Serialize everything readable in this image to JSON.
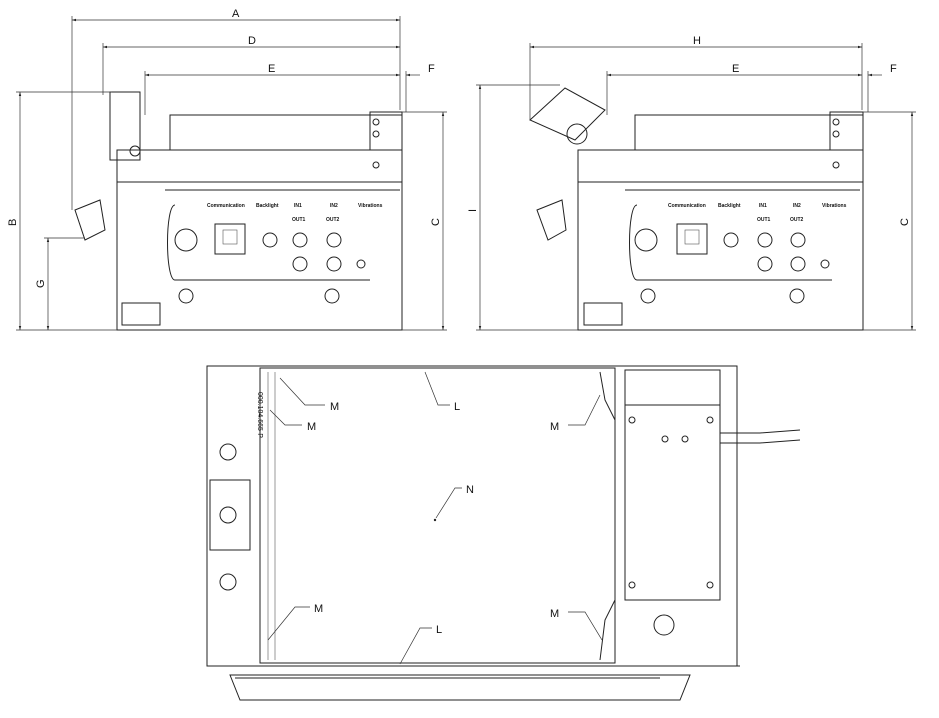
{
  "dimensions": {
    "side_view_1": {
      "A": "A",
      "D": "D",
      "E": "E",
      "F": "F",
      "B": "B",
      "G": "G",
      "C": "C"
    },
    "side_view_2": {
      "H": "H",
      "E": "E",
      "F": "F",
      "I": "I",
      "C": "C"
    }
  },
  "panel_labels": [
    "Communication",
    "Backlight",
    "IN1",
    "OUT1",
    "IN2",
    "OUT2",
    "Vibrations"
  ],
  "top_view": {
    "part_number": "000.104.665-P",
    "callouts": {
      "M": "M",
      "L": "L",
      "N": "N"
    }
  }
}
